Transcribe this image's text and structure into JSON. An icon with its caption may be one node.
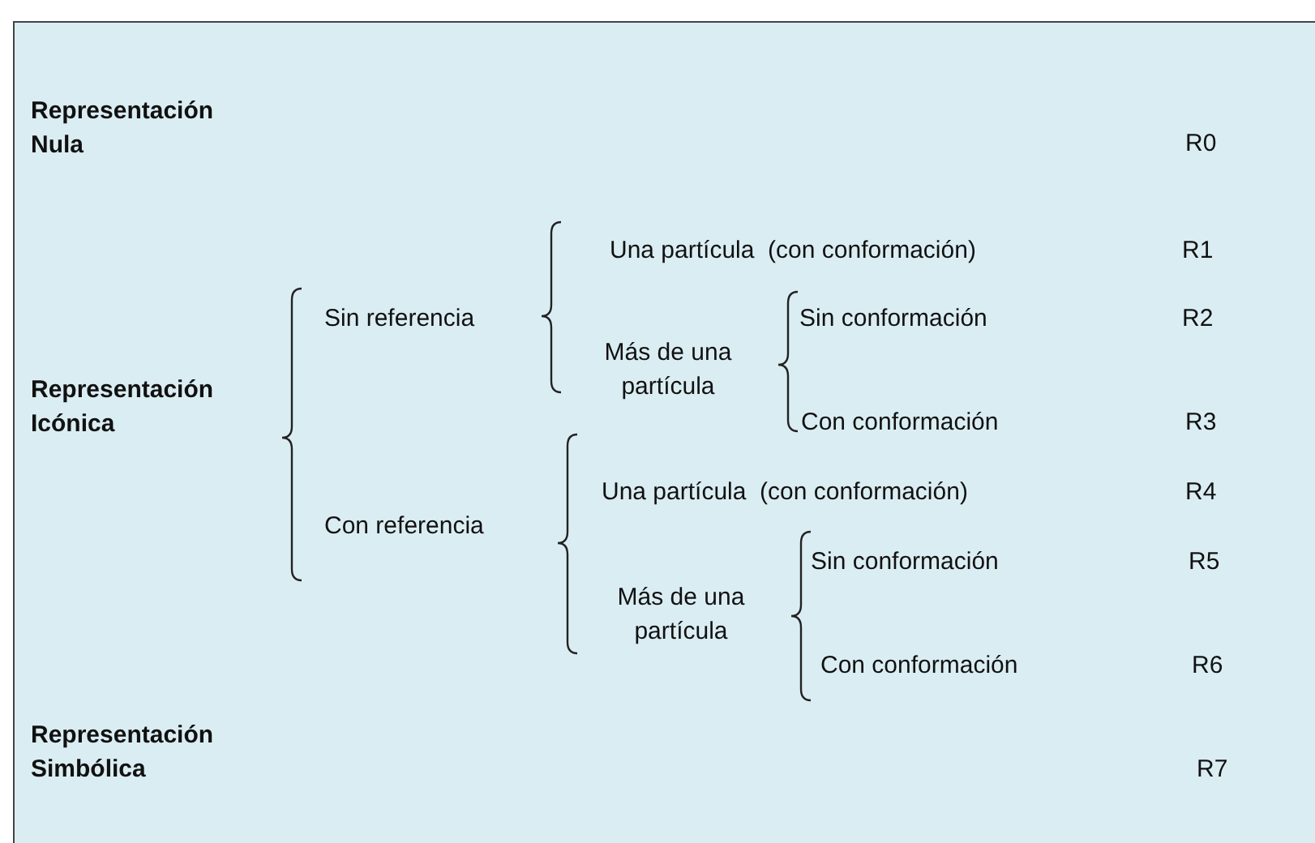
{
  "diagram": {
    "labels": [
      "Representación Nula",
      "R0",
      "Una partícula  (con conformación)",
      "R1",
      "Sin referencia",
      "Sin conformación",
      "R2",
      "Más de una partícula",
      "Representación Icónica",
      "Con conformación",
      "R3",
      "Una partícula  (con conformación)",
      "R4",
      "Con referencia",
      "Sin conformación",
      "R5",
      "Más de una partícula",
      "Con conformación",
      "R6",
      "Representación Simbólica",
      "R7"
    ]
  }
}
